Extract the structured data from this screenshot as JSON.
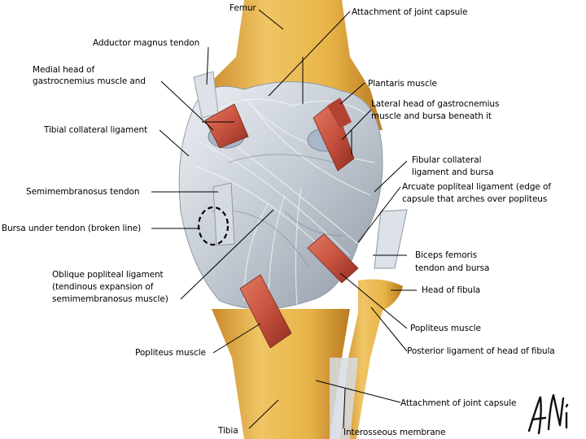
{
  "labels": {
    "femur": "Femur",
    "attachment_top": "Attachment of joint capsule",
    "adductor": "Adductor magnus tendon",
    "medial_head_1": "Medial head of",
    "medial_head_2": "gastrocnemius muscle and",
    "plantaris": "Plantaris muscle",
    "lateral_head_1": "Lateral head of gastrocnemius",
    "lateral_head_2": "muscle and bursa beneath it",
    "tibial_collateral": "Tibial collateral ligament",
    "fibular_collateral_1": "Fibular collateral",
    "fibular_collateral_2": "ligament and bursa",
    "arcuate_1": "Arcuate popliteal ligament (edge of",
    "arcuate_2": "capsule that arches over popliteus",
    "semimembranosus": "Semimembranosus tendon",
    "bursa_under": "Bursa under tendon (broken line)",
    "biceps_1": "Biceps femoris",
    "biceps_2": "tendon and bursa",
    "oblique_1": "Oblique popliteal ligament",
    "oblique_2": "(tendinous expansion of",
    "oblique_3": "semimembranosus muscle)",
    "head_fibula": "Head of fibula",
    "popliteus_right": "Popliteus muscle",
    "popliteus_left": "Popliteus muscle",
    "posterior_ligament": "Posterior ligament of head of fibula",
    "attachment_bottom": "Attachment of joint capsule",
    "tibia": "Tibia",
    "interosseous": "Interosseous membrane"
  },
  "colors": {
    "bone": "#e8b448",
    "bone_dark": "#c9892a",
    "ligament": "#c3cad3",
    "ligament_light": "#e4e8ee",
    "muscle": "#c8523f",
    "leader": "#000000"
  },
  "signature": "Ali"
}
